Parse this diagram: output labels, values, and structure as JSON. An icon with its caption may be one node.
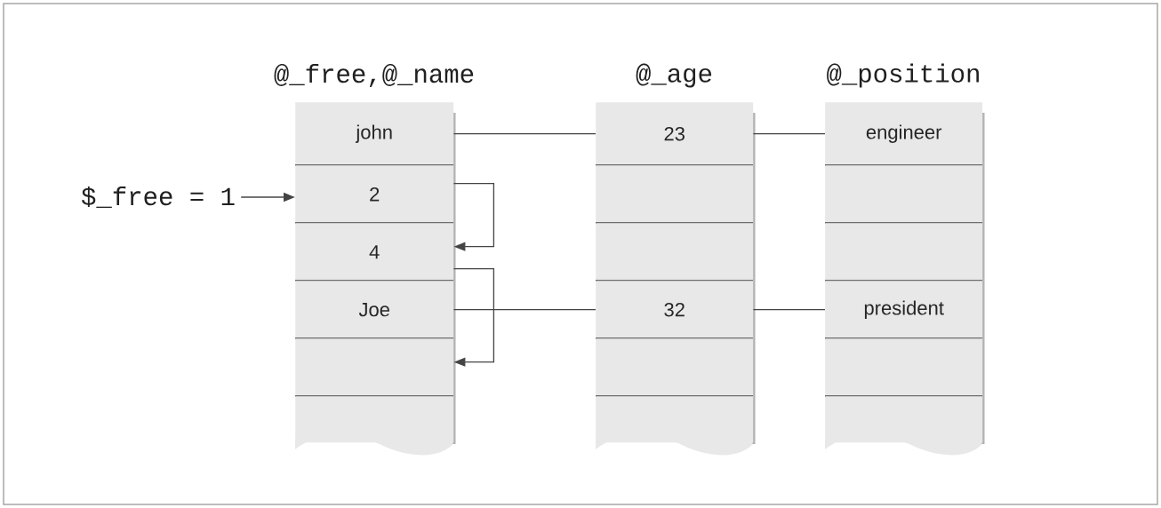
{
  "diagram": {
    "nodes": [
      {
        "text": [
          "@_free,@_name"
        ]
      },
      {
        "text": [
          "john"
        ],
        "in": 0
      },
      {
        "text": [
          "2"
        ],
        "in": 0
      },
      {
        "text": [
          "4"
        ],
        "in": 0
      },
      {
        "text": [
          "Joe"
        ],
        "in": 0
      },
      {
        "text": [],
        "shape": "box",
        "in": 0
      },
      {
        "text": [],
        "shape": "box",
        "in": 0
      },
      {
        "text": [
          "@_age"
        ]
      },
      {
        "text": [
          "23"
        ],
        "in": 7
      },
      {
        "text": [],
        "shape": "box",
        "in": 7
      },
      {
        "text": [],
        "shape": "box",
        "in": 7
      },
      {
        "text": [
          "32"
        ],
        "in": 7
      },
      {
        "text": [],
        "shape": "box",
        "in": 7
      },
      {
        "text": [],
        "shape": "box",
        "in": 7
      },
      {
        "text": [
          "@_position"
        ]
      },
      {
        "text": [
          "engineer"
        ],
        "in": 14
      },
      {
        "text": [],
        "shape": "box",
        "in": 14
      },
      {
        "text": [],
        "shape": "box",
        "in": 14
      },
      {
        "text": [
          "president"
        ],
        "in": 14
      },
      {
        "text": [],
        "shape": "box",
        "in": 14
      },
      {
        "text": [],
        "shape": "box",
        "in": 14
      },
      {
        "text": [
          "$_free = 1"
        ]
      }
    ],
    "edges": [
      {
        "from": 1,
        "to": 8,
        "arrow": "none"
      },
      {
        "from": 8,
        "to": 15,
        "arrow": "none"
      },
      {
        "from": 4,
        "to": 11,
        "arrow": "none"
      },
      {
        "from": 11,
        "to": 18,
        "arrow": "none"
      },
      {
        "from": 2,
        "to": 3,
        "arrow": "to"
      },
      {
        "from": 3,
        "to": 5,
        "arrow": "to"
      },
      {
        "from": 21,
        "to": 2,
        "arrow": "to"
      }
    ]
  }
}
